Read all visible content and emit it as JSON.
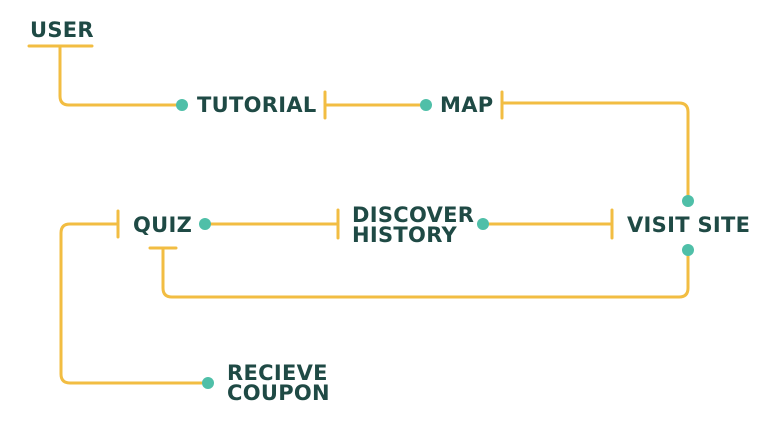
{
  "diagram": {
    "colors": {
      "connector": "#f2bd42",
      "endpoint_dot": "#4fbfa8",
      "text": "#1f4a45"
    },
    "nodes": {
      "user": "USER",
      "tutorial": "TUTORIAL",
      "map": "MAP",
      "quiz": "QUIZ",
      "discover_history": [
        "DISCOVER",
        "HISTORY"
      ],
      "visit_site": "VISIT SITE",
      "recieve_coupon": [
        "RECIEVE",
        "COUPON"
      ]
    }
  }
}
